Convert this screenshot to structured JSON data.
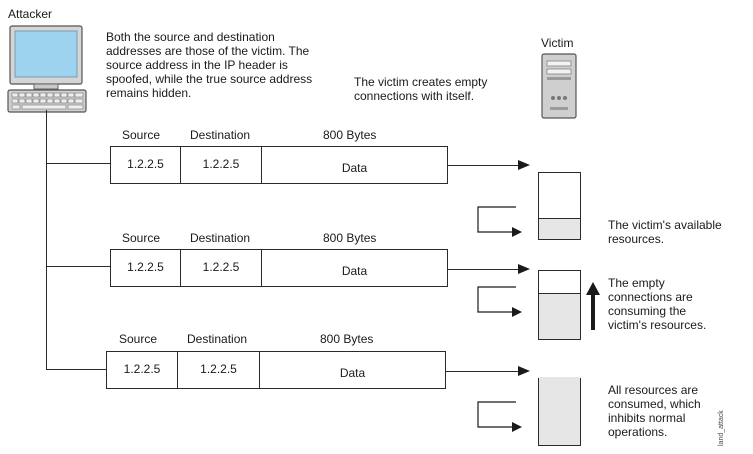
{
  "attacker_label": "Attacker",
  "victim_label": "Victim",
  "attacker_note": [
    "Both the source and destination",
    "addresses are those of the victim. The",
    "source address in the IP header is",
    "spoofed, while the true source address",
    "remains hidden."
  ],
  "victim_note": [
    "The victim creates empty",
    "connections with itself."
  ],
  "packets": [
    {
      "source_header": "Source",
      "dest_header": "Destination",
      "size_header": "800 Bytes",
      "source": "1.2.2.5",
      "destination": "1.2.2.5",
      "payload": "Data"
    },
    {
      "source_header": "Source",
      "dest_header": "Destination",
      "size_header": "800 Bytes",
      "source": "1.2.2.5",
      "destination": "1.2.2.5",
      "payload": "Data"
    },
    {
      "source_header": "Source",
      "dest_header": "Destination",
      "size_header": "800 Bytes",
      "source": "1.2.2.5",
      "destination": "1.2.2.5",
      "payload": "Data"
    }
  ],
  "resource_notes": [
    [
      "The victim's available",
      "resources."
    ],
    [
      "The empty",
      "connections are",
      "consuming the",
      "victim's resources."
    ],
    [
      "All resources are",
      "consumed, which",
      "inhibits normal",
      "operations."
    ]
  ],
  "image_tag": "land_attack"
}
